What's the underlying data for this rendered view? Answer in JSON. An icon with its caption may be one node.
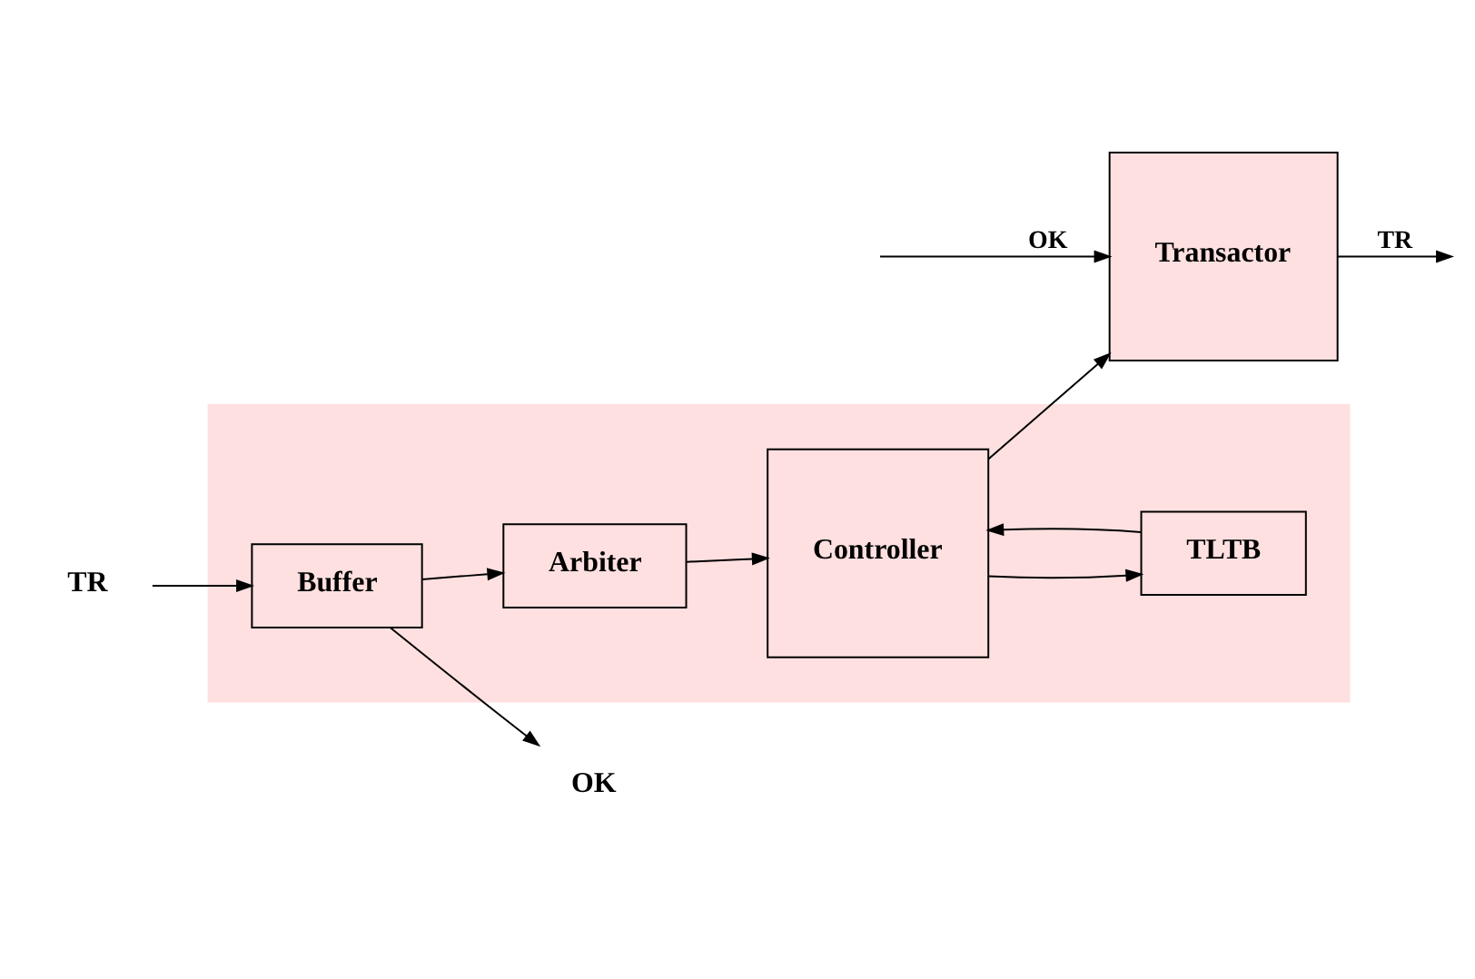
{
  "diagram": {
    "nodes": [
      {
        "text": [],
        "shape": "box"
      },
      {
        "text": [
          "TR"
        ]
      },
      {
        "text": [
          "OK"
        ]
      },
      {
        "text": [
          "Buffer"
        ],
        "in": 0
      },
      {
        "text": [
          "Arbiter"
        ],
        "in": 0
      },
      {
        "text": [
          "Controller"
        ],
        "in": 0
      },
      {
        "text": [
          "TLTB"
        ],
        "in": 0
      },
      {
        "text": [
          "Transactor"
        ]
      }
    ],
    "edges": [
      {
        "from": 1,
        "to": 3,
        "arrow": "to"
      },
      {
        "from": 3,
        "to": 2,
        "arrow": "to"
      },
      {
        "from": 3,
        "to": 4,
        "arrow": "to"
      },
      {
        "from": 4,
        "to": 5,
        "arrow": "to"
      },
      {
        "from": 5,
        "to": 7,
        "arrow": "to"
      },
      {
        "from": 5,
        "to": 6,
        "arrow": "to"
      },
      {
        "from": 6,
        "to": 5,
        "arrow": "to"
      },
      {
        "from": null,
        "to": 7,
        "arrow": "to",
        "label": "OK"
      },
      {
        "from": 7,
        "to": null,
        "arrow": "to",
        "label": "TR"
      }
    ]
  }
}
